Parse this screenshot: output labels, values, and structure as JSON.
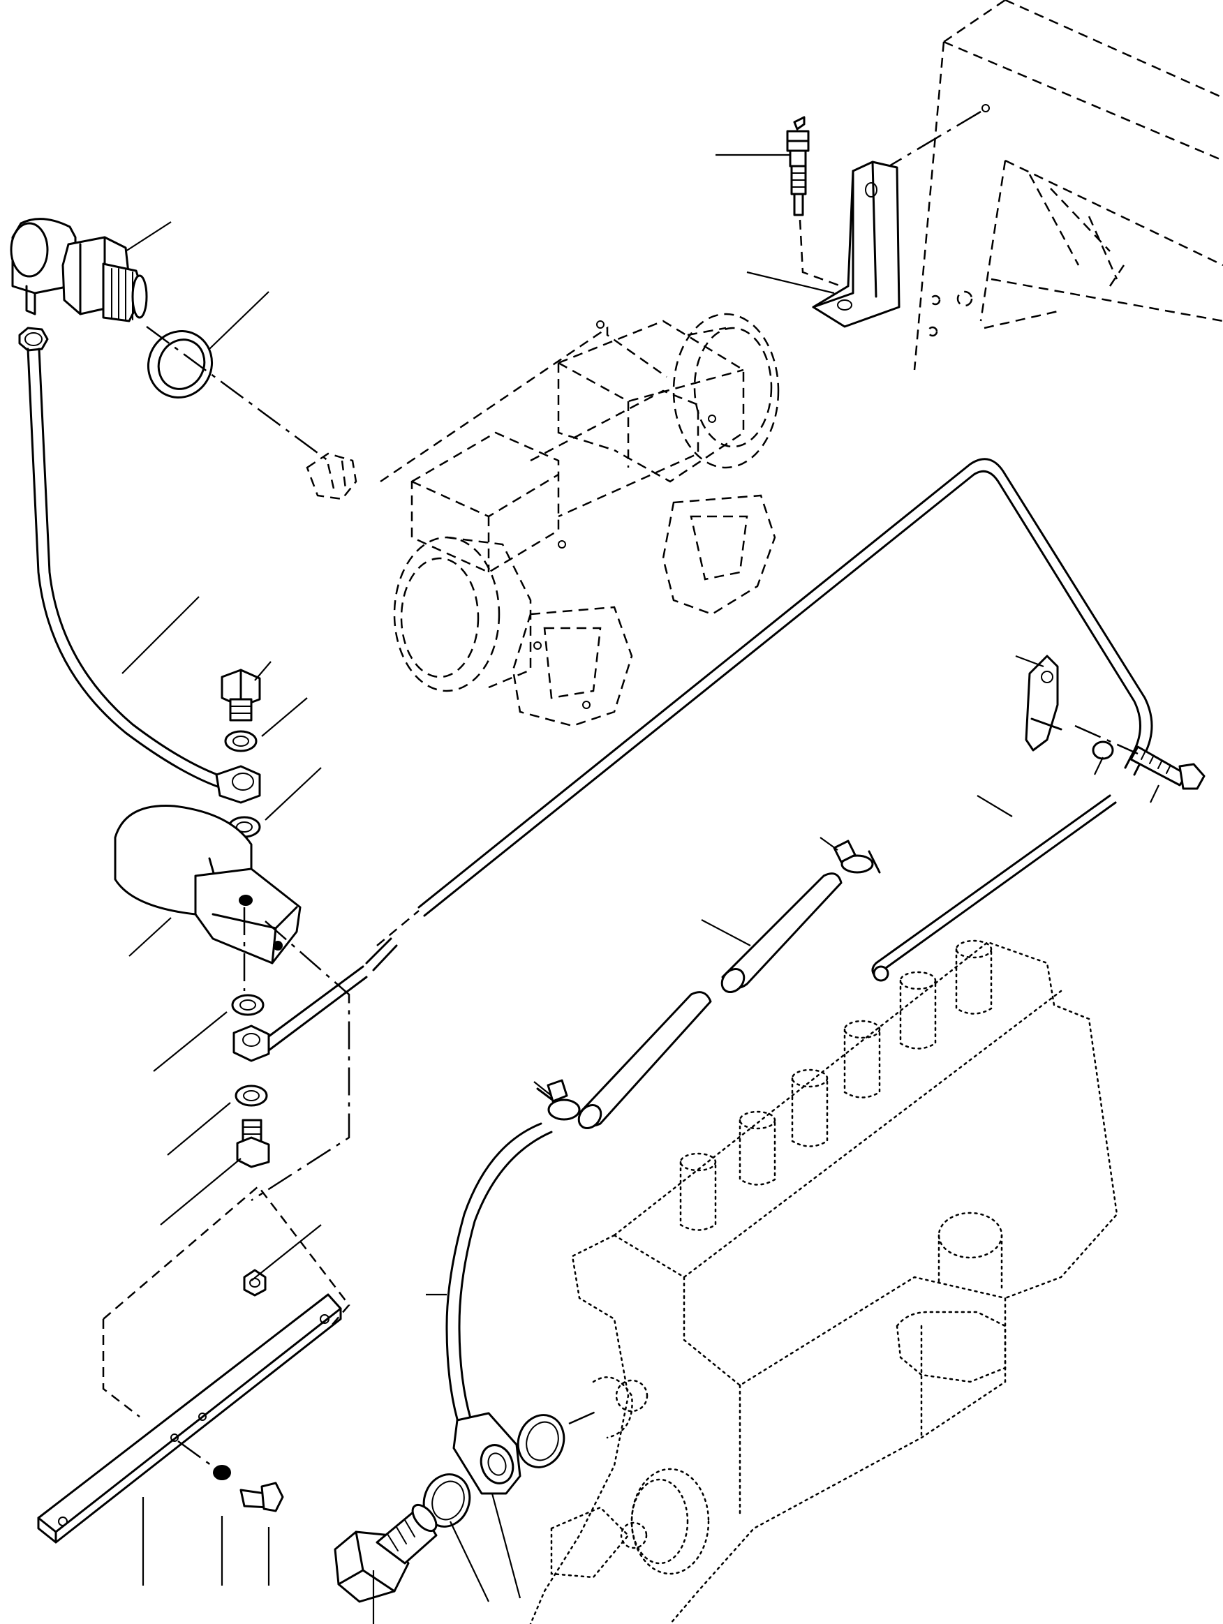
{
  "figure": {
    "kind": "exploded-parts-diagram",
    "labels_printed": false
  },
  "parts": [
    {
      "id": "temperature-sender",
      "icon": "sender-unit-icon"
    },
    {
      "id": "sealing-washer-upper",
      "icon": "washer-icon"
    },
    {
      "id": "temperature-switch",
      "icon": "spark-plug-style-switch-icon"
    },
    {
      "id": "mounting-bracket-upper",
      "icon": "bracket-icon"
    },
    {
      "id": "manifold-housing-outline",
      "icon": "phantom-housing-icon"
    },
    {
      "id": "upper-pipe",
      "icon": "pipe-icon"
    },
    {
      "id": "banjo-bolt-upper",
      "icon": "bolt-icon"
    },
    {
      "id": "solenoid-valve",
      "icon": "solenoid-icon"
    },
    {
      "id": "long-pipe",
      "icon": "pipe-icon"
    },
    {
      "id": "pipe-clip",
      "icon": "clip-icon"
    },
    {
      "id": "clip-bolt",
      "icon": "bolt-icon"
    },
    {
      "id": "rubber-hose",
      "icon": "hose-icon"
    },
    {
      "id": "hose-clamp",
      "icon": "clamp-icon"
    },
    {
      "id": "injection-pump-outline",
      "icon": "phantom-pump-icon"
    },
    {
      "id": "mounting-plate",
      "icon": "plate-icon"
    },
    {
      "id": "banjo-bolt-lower",
      "icon": "bolt-icon"
    },
    {
      "id": "sealing-washers-lower",
      "icon": "washer-icon"
    }
  ]
}
